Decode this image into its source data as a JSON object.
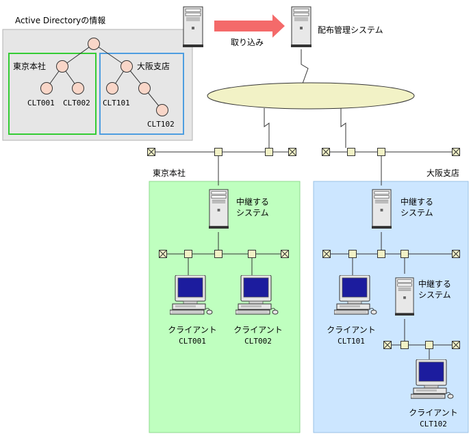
{
  "ad_panel": {
    "title": "Active Directoryの情報",
    "ou_tokyo": "東京本社",
    "ou_osaka": "大阪支店",
    "leaves": [
      "CLT001",
      "CLT002",
      "CLT101",
      "CLT102"
    ]
  },
  "top": {
    "import_label": "取り込み",
    "distribution_system": "配布管理システム"
  },
  "sites": {
    "tokyo": "東京本社",
    "osaka": "大阪支店"
  },
  "relay": {
    "line1": "中継する",
    "line2": "システム"
  },
  "clients": [
    {
      "label": "クライアント",
      "id": "CLT001"
    },
    {
      "label": "クライアント",
      "id": "CLT002"
    },
    {
      "label": "クライアント",
      "id": "CLT101"
    },
    {
      "label": "クライアント",
      "id": "CLT102"
    }
  ],
  "colors": {
    "ad_panel_bg": "#e6e6e6",
    "tokyo_box": "#33cc33",
    "osaka_box": "#4d9de0",
    "tree_node": "#f9d6c8",
    "arrow": "#f46a6a",
    "network_ellipse": "#f2f2c6",
    "hub_node": "#f2f2c6",
    "tokyo_area": "#bfffbf",
    "osaka_area": "#cce6ff"
  }
}
